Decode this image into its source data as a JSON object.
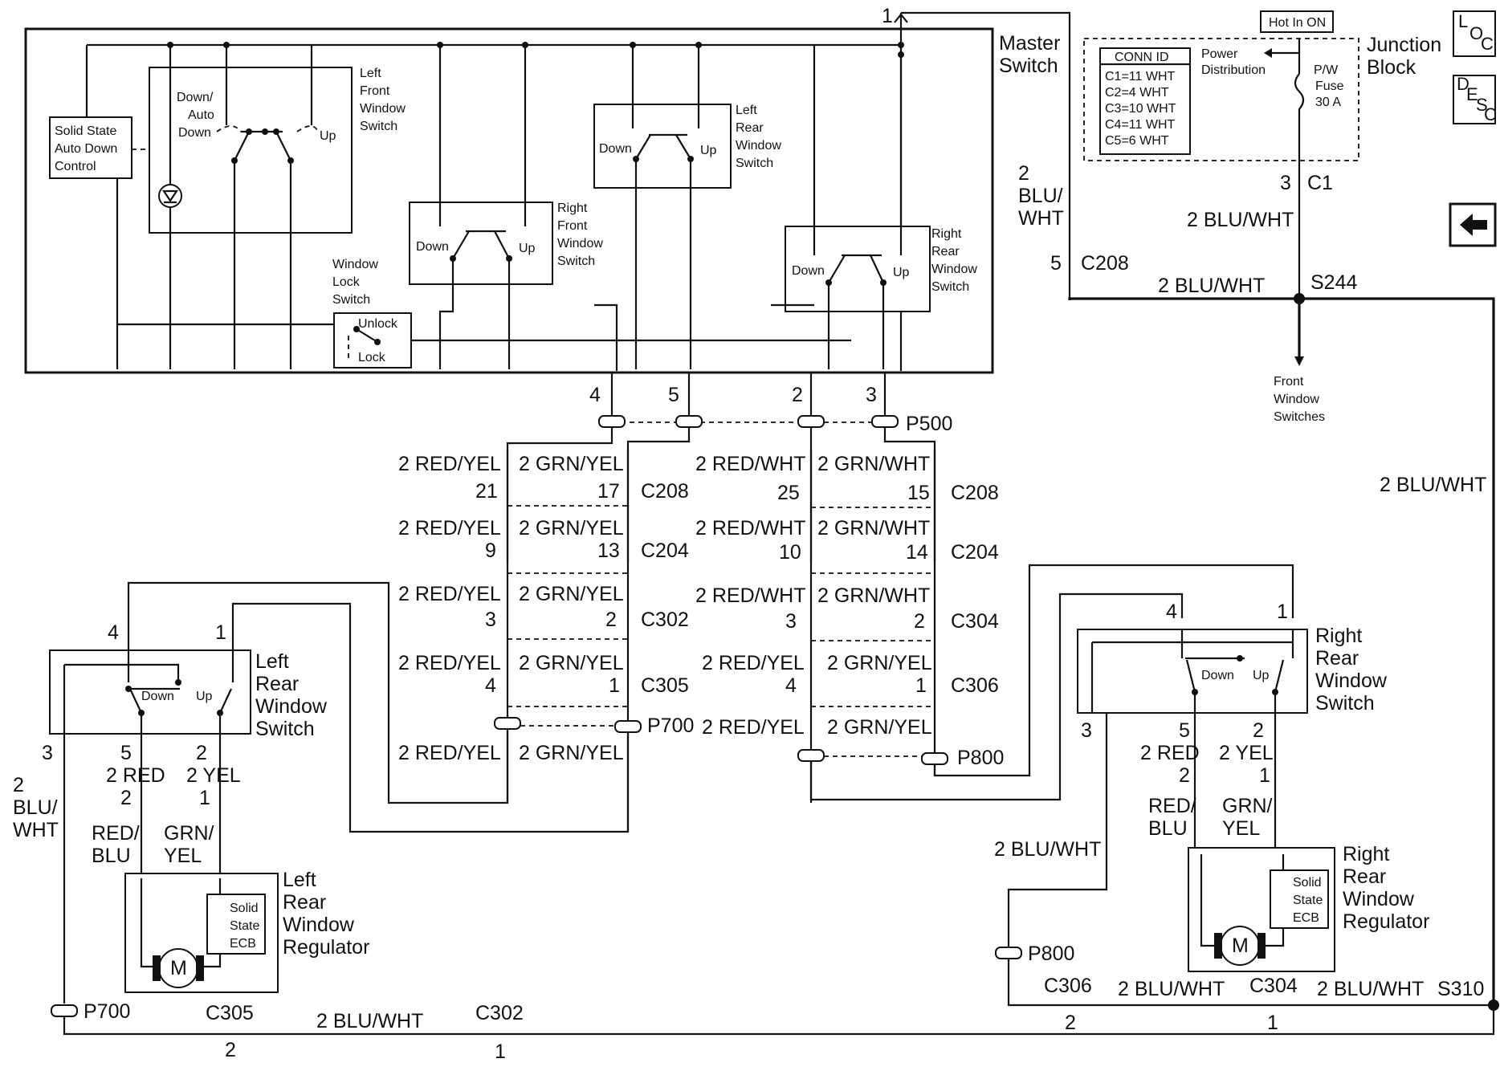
{
  "nav": {
    "loc": {
      "l": "L",
      "o": "O",
      "c": "C"
    },
    "desc": {
      "d": "D",
      "e": "E",
      "s": "S",
      "c": "C"
    }
  },
  "master": {
    "title": [
      "Master",
      "Switch"
    ],
    "pin_top": "1",
    "solid_state": [
      "Solid State",
      "Auto Down",
      "Control"
    ],
    "lf_switch": [
      "Left",
      "Front",
      "Window",
      "Switch"
    ],
    "lf_down": [
      "Down/",
      "Auto",
      "Down"
    ],
    "lf_up": "Up",
    "lr_switch": [
      "Left",
      "Rear",
      "Window",
      "Switch"
    ],
    "rf_switch": [
      "Right",
      "Front",
      "Window",
      "Switch"
    ],
    "rr_switch": [
      "Right",
      "Rear",
      "Window",
      "Switch"
    ],
    "down": "Down",
    "up": "Up",
    "lock_switch": [
      "Window",
      "Lock",
      "Switch"
    ],
    "unlock": "Unlock",
    "lock": "Lock"
  },
  "junction": {
    "hot": "Hot In ON",
    "title": [
      "Junction",
      "Block"
    ],
    "conn_id": "CONN ID",
    "conns": [
      "C1=11 WHT",
      "C2=4 WHT",
      "C3=10 WHT",
      "C4=11 WHT",
      "C5=6 WHT"
    ],
    "power": [
      "Power",
      "Distribution"
    ],
    "fuse": [
      "P/W",
      "Fuse",
      "30 A"
    ],
    "pin": "3",
    "conn": "C1"
  },
  "wires": {
    "blu_wht": "2 BLU/WHT",
    "blu_wht_stack": [
      "2",
      "BLU/",
      "WHT"
    ],
    "s244": "S244",
    "s310": "S310",
    "c208_pin": "5",
    "c208": "C208",
    "front_switches": [
      "Front",
      "Window",
      "Switches"
    ],
    "red_yel": "2 RED/YEL",
    "grn_yel": "2 GRN/YEL",
    "red_wht": "2 RED/WHT",
    "grn_wht": "2 GRN/WHT",
    "red": "2 RED",
    "yel": "2 YEL",
    "red_blu": [
      "RED/",
      "BLU"
    ],
    "grn_yel_stack": [
      "GRN/",
      "YEL"
    ]
  },
  "p500": {
    "label": "P500",
    "pins": [
      "4",
      "5",
      "2",
      "3"
    ]
  },
  "connectors": {
    "c208": "C208",
    "c204": "C204",
    "c302": "C302",
    "c305": "C305",
    "c304": "C304",
    "c306": "C306",
    "p700": "P700",
    "p800": "P800",
    "left_pins": {
      "c208": [
        "21",
        "17"
      ],
      "c204": [
        "9",
        "13"
      ],
      "c302": [
        "3",
        "2"
      ],
      "c305": [
        "4",
        "1"
      ]
    },
    "right_pins": {
      "c208": [
        "25",
        "15"
      ],
      "c204": [
        "10",
        "14"
      ],
      "c304": [
        "3",
        "2"
      ],
      "c306": [
        "4",
        "1"
      ]
    }
  },
  "left_rear": {
    "switch": [
      "Left",
      "Rear",
      "Window",
      "Switch"
    ],
    "regulator": [
      "Left",
      "Rear",
      "Window",
      "Regulator"
    ],
    "pins_top": [
      "4",
      "1"
    ],
    "pins_bottom": [
      "3",
      "5",
      "2"
    ],
    "reg_pins": [
      "2",
      "1"
    ],
    "down": "Down",
    "up": "Up",
    "ecb": [
      "Solid",
      "State",
      "ECB"
    ],
    "motor": "M",
    "ground_pins": [
      "2",
      "1"
    ]
  },
  "right_rear": {
    "switch": [
      "Right",
      "Rear",
      "Window",
      "Switch"
    ],
    "regulator": [
      "Right",
      "Rear",
      "Window",
      "Regulator"
    ],
    "pins_top": [
      "4",
      "1"
    ],
    "pins_bottom": [
      "3",
      "5",
      "2"
    ],
    "reg_pins": [
      "2",
      "1"
    ],
    "down": "Down",
    "up": "Up",
    "ecb": [
      "Solid",
      "State",
      "ECB"
    ],
    "motor": "M",
    "ground_pins": [
      "2",
      "1"
    ]
  }
}
